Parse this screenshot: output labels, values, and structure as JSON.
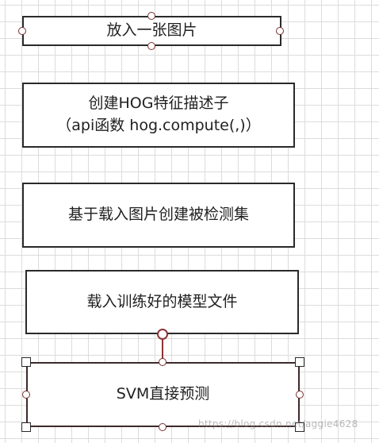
{
  "boxes": [
    {
      "text": "放入一张图片"
    },
    {
      "text": "创建HOG特征描述子\n（api函数 hog.compute(,)）"
    },
    {
      "text": "基于载入图片创建被检测集"
    },
    {
      "text": "载入训练好的模型文件"
    },
    {
      "text": "SVM直接预测"
    }
  ],
  "watermark": "https://blog.csdn.net/aggie4628",
  "colors": {
    "border": "#2a2a2a",
    "handle": "#7a2f2f",
    "grid": "#dcdcdc"
  }
}
